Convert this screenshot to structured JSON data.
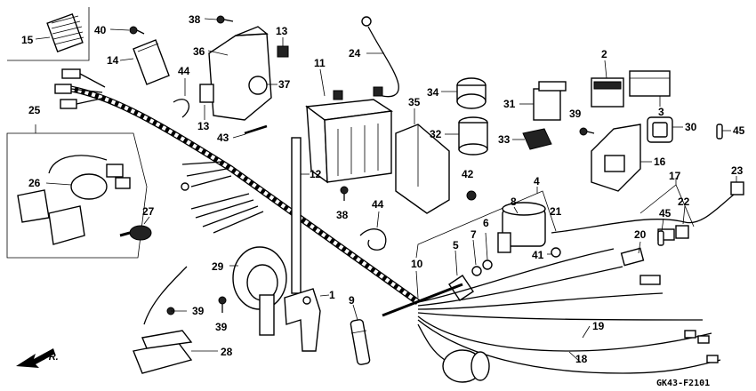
{
  "diagram_code": "GK43-F2101",
  "direction_label": "FR.",
  "part_labels": {
    "p1": "1",
    "p2": "2",
    "p3": "3",
    "p4": "4",
    "p5": "5",
    "p6": "6",
    "p7": "7",
    "p8": "8",
    "p9": "9",
    "p10": "10",
    "p11": "11",
    "p12": "12",
    "p13a": "13",
    "p13b": "13",
    "p14": "14",
    "p15": "15",
    "p16": "16",
    "p17": "17",
    "p18": "18",
    "p19": "19",
    "p20": "20",
    "p21": "21",
    "p22": "22",
    "p23": "23",
    "p24": "24",
    "p25": "25",
    "p26": "26",
    "p27": "27",
    "p28": "28",
    "p29": "29",
    "p30": "30",
    "p31": "31",
    "p32": "32",
    "p33": "33",
    "p34": "34",
    "p35": "35",
    "p36": "36",
    "p37": "37",
    "p38a": "38",
    "p38b": "38",
    "p39a": "39",
    "p39b": "39",
    "p39c": "39",
    "p40": "40",
    "p41": "41",
    "p42": "42",
    "p43": "43",
    "p44a": "44",
    "p44b": "44",
    "p45a": "45",
    "p45b": "45"
  }
}
